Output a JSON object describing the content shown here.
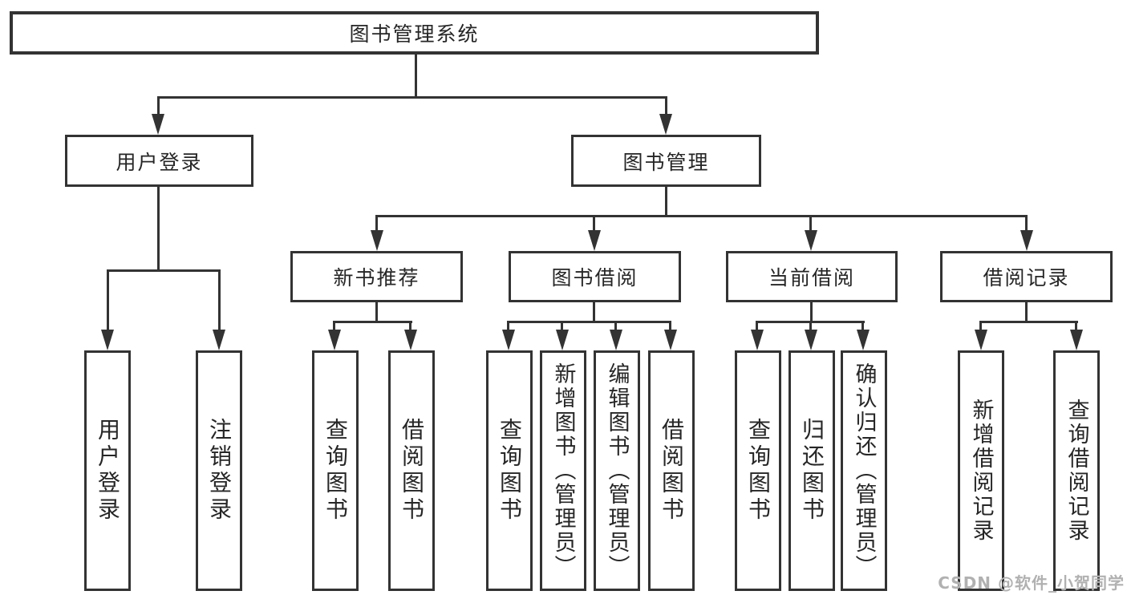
{
  "colors": {
    "background": "#ffffff",
    "line": "#333333",
    "text": "#262626",
    "watermark": "#b1b1b1"
  },
  "nodes": {
    "root": "图书管理系统",
    "user_login": "用户登录",
    "book_management": "图书管理",
    "new_book_recommend": "新书推荐",
    "book_borrow": "图书借阅",
    "current_borrow": "当前借阅",
    "borrow_record": "借阅记录",
    "leaf_user_login": "用户登录",
    "leaf_logout": "注销登录",
    "leaf_nbr_query_book": "查询图书",
    "leaf_nbr_borrow_book": "借阅图书",
    "leaf_bb_query_book": "查询图书",
    "leaf_bb_add_book": "新增图书（管理员）",
    "leaf_bb_edit_book": "编辑图书（管理员）",
    "leaf_bb_borrow_book": "借阅图书",
    "leaf_cb_query_book": "查询图书",
    "leaf_cb_return_book": "归还图书",
    "leaf_cb_confirm_return": "确认归还（管理员）",
    "leaf_br_add_record": "新增借阅记录",
    "leaf_br_query_record": "查询借阅记录"
  },
  "watermark": "CSDN @软件_小贺同学"
}
